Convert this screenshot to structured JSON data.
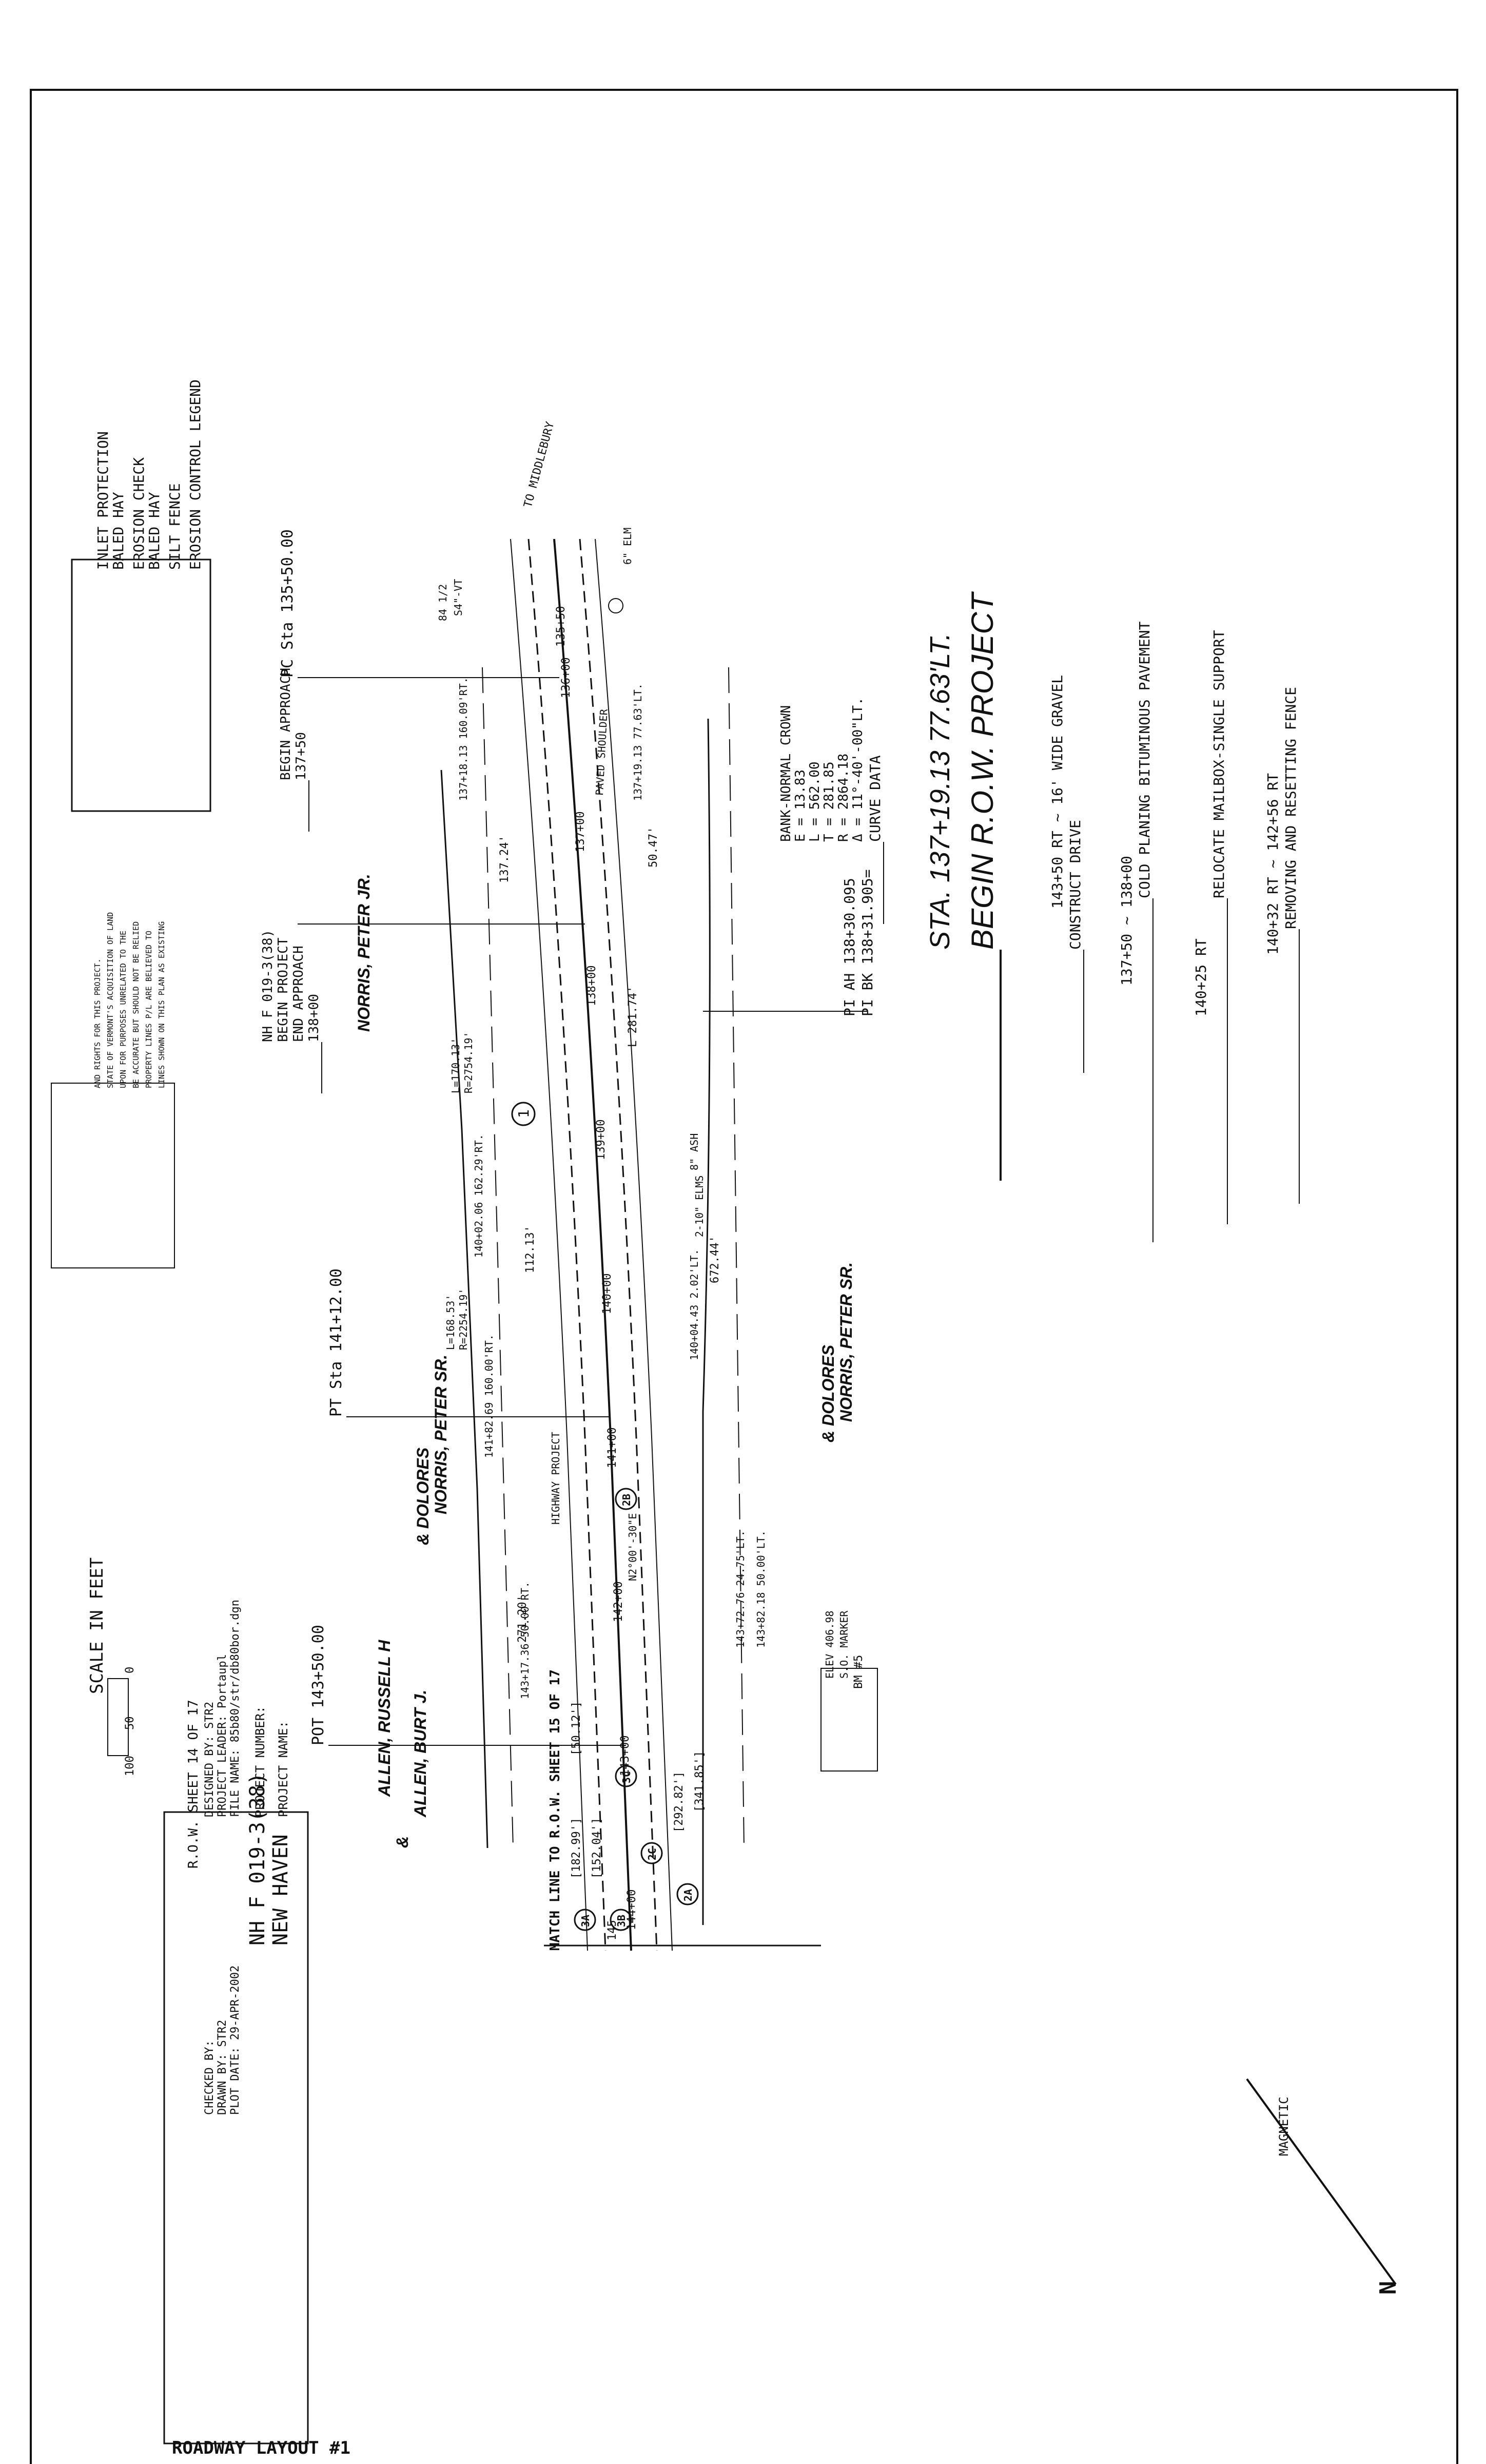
{
  "plan": {
    "begin_row_title": "BEGIN R.O.W. PROJECT",
    "begin_row_station": "STA. 137+19.13    77.63'LT.",
    "curve_data": {
      "title": "CURVE DATA",
      "delta": "Δ = 11°-40'-00\"LT.",
      "r": "R = 2864.18",
      "t": "T = 281.85",
      "l": "L = 562.00",
      "e": "E = 13.83",
      "bank": "BANK-NORMAL CROWN"
    },
    "notes": {
      "n1_title": "REMOVING AND RESETTING FENCE",
      "n1_sub": "140+32 RT ~ 142+56 RT",
      "n2_title": "RELOCATE MAILBOX-SINGLE SUPPORT",
      "n2_sub": "140+25 RT",
      "n3_title": "COLD PLANING BITUMINOUS PAVEMENT",
      "n3_sub": "137+50 ~ 138+00",
      "n4_title": "CONSTRUCT DRIVE",
      "n4_sub": "143+50 RT ~ 16' WIDE GRAVEL"
    },
    "pi_bk": "PI BK 138+31.905=",
    "pi_ah": "PI AH 138+30.095",
    "pc": "PC Sta 135+50.00",
    "pt": "PT Sta 141+12.00",
    "pot": "POT 143+50.00",
    "begin_approach_sta": "137+50",
    "begin_approach": "BEGIN APPROACH",
    "end_approach_sta": "138+00",
    "end_approach": "END APPROACH",
    "begin_project": "BEGIN PROJECT",
    "begin_project_no": "NH F 019-3(38)",
    "to_middlebury": "TO MIDDLEBURY",
    "owner_1": "NORRIS, PETER JR.",
    "owner_2a": "NORRIS, PETER SR.",
    "owner_2b": "& DOLORES",
    "owner_3a": "NORRIS, PETER SR.",
    "owner_3b": "& DOLORES",
    "owner_4a": "ALLEN, BURT J.",
    "owner_4b": "&",
    "owner_4c": "ALLEN, RUSSELL H",
    "parcel_1": "1",
    "stations": [
      "136+00",
      "137+00",
      "138+00",
      "139+00",
      "140+00",
      "141+00",
      "142+00",
      "143+00",
      "144+00",
      "145"
    ],
    "sta_135": "135+50",
    "bubbles": [
      "2A",
      "2B",
      "2C",
      "3A",
      "3B",
      "3C"
    ],
    "paved_shoulder": "PAVED SHOULDER",
    "highway_project": "HIGHWAY PROJECT",
    "bearing": "N2°00'-30\"E",
    "l_label": "L 281.74'",
    "dist_672": "672.44'",
    "dist_591": "50.47'",
    "dist_3213": "[341.85']",
    "dist_2928": "[292.82']",
    "dist_1520": "[152.04']",
    "dist_2123": "[182.99']",
    "dist_5012": "[50.12']",
    "dist_13724": "137.24'",
    "dist_11213": "112.13'",
    "dist_27120": "271.20'",
    "sta_a": "137+19.13  77.63'LT.",
    "sta_b": "137+18.13  160.09'RT.",
    "sta_c": "140+02.06  162.29'RT.",
    "sta_d": "140+04.43  2.02'LT.",
    "sta_e": "141+82.69  160.00'RT.",
    "sta_f": "143+82.18  50.00'LT.",
    "sta_g": "143+72.76  24.75'LT.",
    "sta_h": "143+17.36  50.00'RT.",
    "r_a": "R=2754.19'",
    "l_a": "L=170.13'",
    "r_b": "R=2254.19'",
    "l_b": "L=168.53'",
    "trees": {
      "elm": "6\" ELM",
      "ash": "8\" ASH",
      "elms": "2-10\" ELMS",
      "nail": "S4\"-VT",
      "num": "84 1/2"
    },
    "bm_title": "BM #5",
    "bm_sub": "S.O. MARKER",
    "bm_elev": "ELEV 406.98",
    "match_line": "MATCH LINE TO R.O.W. SHEET 15 OF 17",
    "scale_0": "0",
    "scale_50": "50",
    "scale_100": "100",
    "scale_label": "SCALE IN FEET",
    "magnetic": "MAGNETIC",
    "north": "N"
  },
  "legend": {
    "title": "EROSION CONTROL LEGEND",
    "silt_fence": "SILT FENCE",
    "baled_check_1": "BALED HAY",
    "baled_check_2": "EROSION CHECK",
    "inlet_1": "BALED HAY",
    "inlet_2": "INLET PROTECTION"
  },
  "disclaimer": [
    "LINES SHOWN ON THIS PLAN AS EXISTING",
    "PROPERTY LINES P/L ARE BELIEVED TO",
    "BE ACCURATE BUT SHOULD NOT BE RELIED",
    "UPON FOR PURPOSES UNRELATED TO THE",
    "STATE OF VERMONT'S ACQUISITION OF LAND",
    "AND RIGHTS FOR THIS PROJECT."
  ],
  "title_block": {
    "project_name_label": "PROJECT NAME:",
    "project_name": "NEW HAVEN",
    "project_number_label": "PROJECT NUMBER:",
    "project_number": "NH F 019-3(38)",
    "file_name": "FILE NAME: 85b80/str/db80bor.dgn",
    "plot_date": "PLOT DATE: 29-APR-2002",
    "project_leader": "PROJECT LEADER: Portaupl",
    "drawn_by": "DRAWN BY: STR2",
    "designed_by": "DESIGNED BY:   STR2",
    "checked_by": "CHECKED BY:",
    "sheet": "R.O.W. SHEET  14  OF  17",
    "layout_title": "ROADWAY LAYOUT #1"
  }
}
